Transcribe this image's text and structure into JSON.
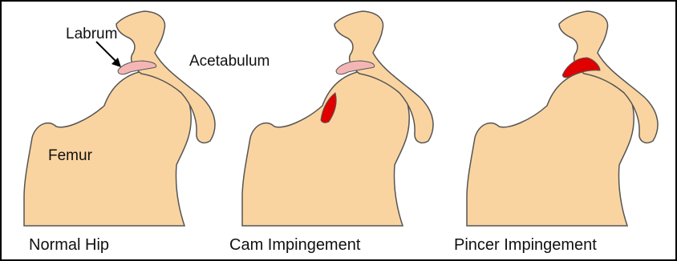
{
  "labels": {
    "labrum": "Labrum",
    "acetabulum": "Acetabulum",
    "femur": "Femur"
  },
  "captions": {
    "normal": "Normal Hip",
    "cam": "Cam Impingement",
    "pincer": "Pincer Impingement"
  },
  "colors": {
    "bone": "#fad4a0",
    "outline": "#555555",
    "labrum": "#f4b6b4",
    "impingement": "#e00000",
    "border": "#000000"
  }
}
